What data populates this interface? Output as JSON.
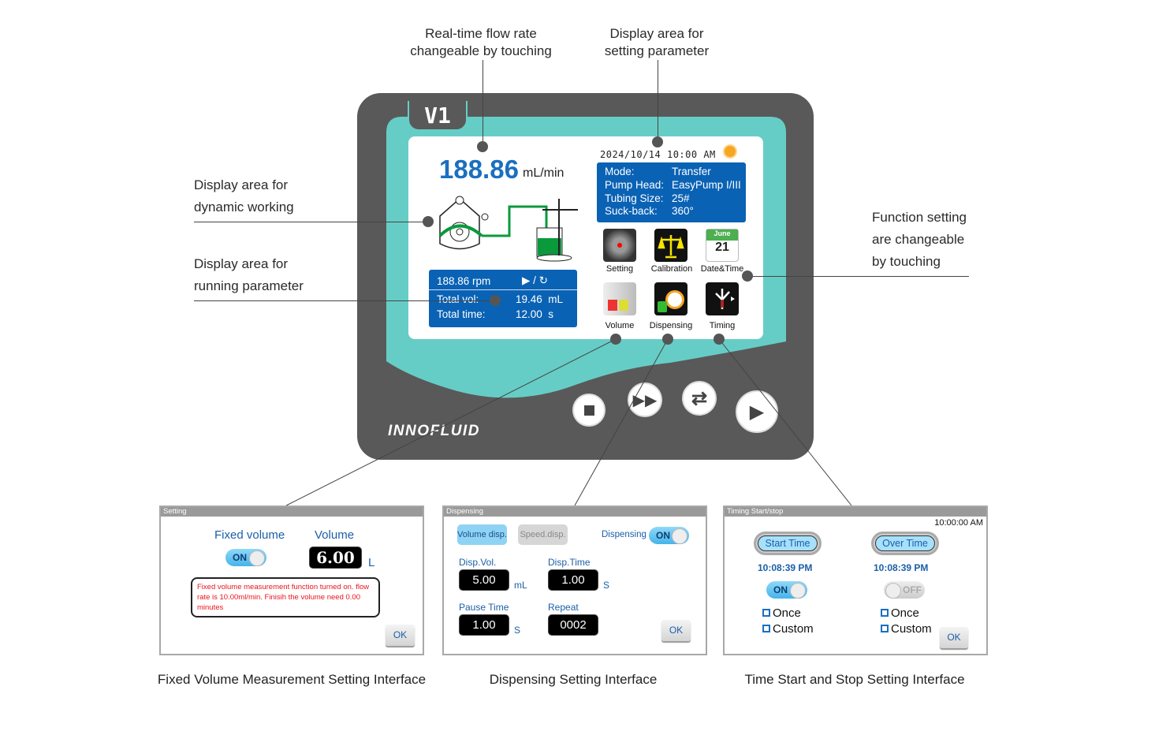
{
  "annotations": {
    "flow_rate": [
      "Real-time flow rate",
      "changeable by touching"
    ],
    "setting_param": [
      "Display area for",
      "setting parameter"
    ],
    "dynamic_working": [
      "Display area for",
      "dynamic working"
    ],
    "running_param": [
      "Display area for",
      "running parameter"
    ],
    "function_setting": [
      "Function setting",
      "are changeable",
      "by touching"
    ]
  },
  "device": {
    "model": "V1",
    "brand": "INNOFLUID",
    "colors": {
      "body": "#595959",
      "accent": "#66cdc6",
      "screen_blue": "#0a62b5"
    },
    "screen": {
      "flow_value": "188.86",
      "flow_unit": "mL/min",
      "datetime": "2024/10/14 10:00 AM",
      "info": [
        {
          "label": "Mode:",
          "value": "Transfer"
        },
        {
          "label": "Pump Head:",
          "value": "EasyPump I/III"
        },
        {
          "label": "Tubing Size:",
          "value": "25#"
        },
        {
          "label": "Suck-back:",
          "value": "360°"
        }
      ],
      "running": {
        "speed": "188.86 rpm",
        "direction": "▶ / ↻",
        "total_vol_label": "Total vol:",
        "total_vol_value": "19.46  mL",
        "total_time_label": "Total time:",
        "total_time_value": "12.00  s"
      },
      "functions": [
        {
          "label": "Setting",
          "icon": "gear-icon"
        },
        {
          "label": "Calibration",
          "icon": "scale-icon"
        },
        {
          "label": "Date&Time",
          "icon": "calendar-icon",
          "calendar_month": "June",
          "calendar_day": "21"
        },
        {
          "label": "Volume",
          "icon": "flask-icon"
        },
        {
          "label": "Dispensing",
          "icon": "stopwatch-icon"
        },
        {
          "label": "Timing",
          "icon": "clock-icon"
        }
      ]
    },
    "buttons": [
      "stop",
      "fast-forward",
      "reverse",
      "play"
    ]
  },
  "panels": {
    "setting": {
      "title": "Setting",
      "fixed_volume_label": "Fixed volume",
      "volume_label": "Volume",
      "toggle": "ON",
      "volume_value": "6.00",
      "volume_unit": "L",
      "message": "Fixed volume measurement function turned on. flow rate is 10.00ml/min. Finisih the volume need 0.00 minutes",
      "ok": "OK",
      "caption": "Fixed Volume Measurement Setting Interface"
    },
    "dispensing": {
      "title": "Dispensing",
      "volume_disp": "Volume disp.",
      "speed_disp": "Speed.disp.",
      "dispensing_label": "Dispensing",
      "toggle": "ON",
      "disp_vol_label": "Disp.Vol.",
      "disp_vol_value": "5.00",
      "disp_vol_unit": "mL",
      "disp_time_label": "Disp.Time",
      "disp_time_value": "1.00",
      "disp_time_unit": "S",
      "pause_time_label": "Pause Time",
      "pause_time_value": "1.00",
      "pause_time_unit": "S",
      "repeat_label": "Repeat",
      "repeat_value": "0002",
      "ok": "OK",
      "caption": "Dispensing Setting Interface"
    },
    "timing": {
      "title": "Timing Start/stop",
      "clock": "10:00:00 AM",
      "start_label": "Start Time",
      "start_value": "10:08:39 PM",
      "start_toggle": "ON",
      "over_label": "Over Time",
      "over_value": "10:08:39 PM",
      "over_toggle": "OFF",
      "once": "Once",
      "custom": "Custom",
      "ok": "OK",
      "caption": "Time Start and Stop Setting Interface"
    }
  }
}
